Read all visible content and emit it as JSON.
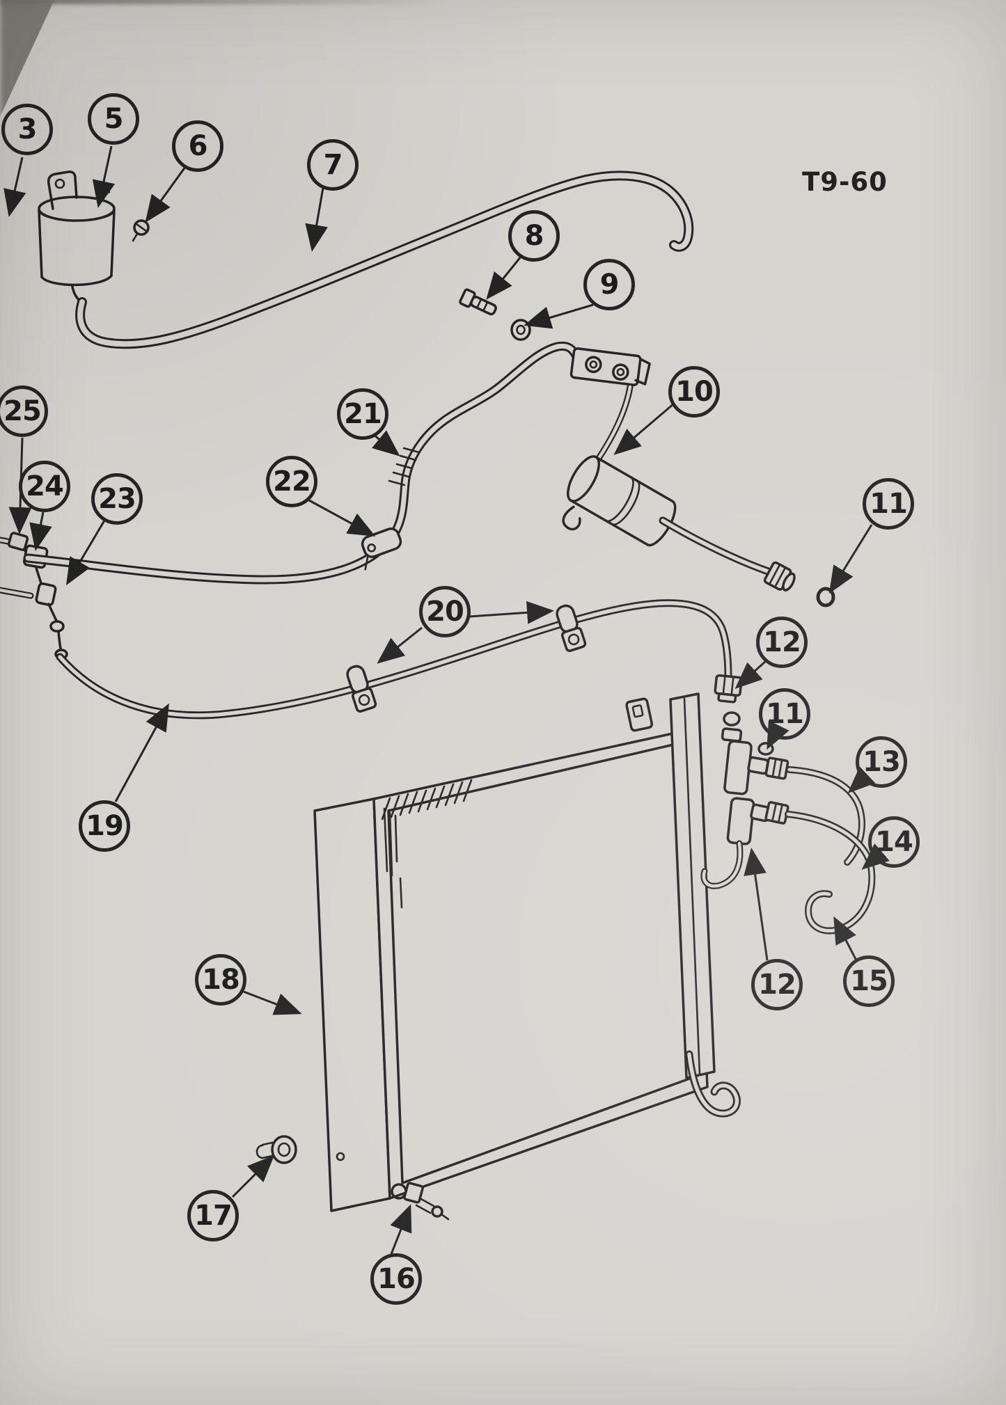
{
  "page": {
    "code": "T9-60"
  },
  "colors": {
    "paper": "#d6d4cf",
    "ink": "#242424"
  },
  "callouts": [
    {
      "label": "3"
    },
    {
      "label": "5"
    },
    {
      "label": "6"
    },
    {
      "label": "7"
    },
    {
      "label": "8"
    },
    {
      "label": "9"
    },
    {
      "label": "10"
    },
    {
      "label": "21"
    },
    {
      "label": "25"
    },
    {
      "label": "24"
    },
    {
      "label": "23"
    },
    {
      "label": "22"
    },
    {
      "label": "11"
    },
    {
      "label": "20"
    },
    {
      "label": "12"
    },
    {
      "label": "11"
    },
    {
      "label": "13"
    },
    {
      "label": "14"
    },
    {
      "label": "19"
    },
    {
      "label": "18"
    },
    {
      "label": "12"
    },
    {
      "label": "15"
    },
    {
      "label": "17"
    },
    {
      "label": "16"
    }
  ]
}
